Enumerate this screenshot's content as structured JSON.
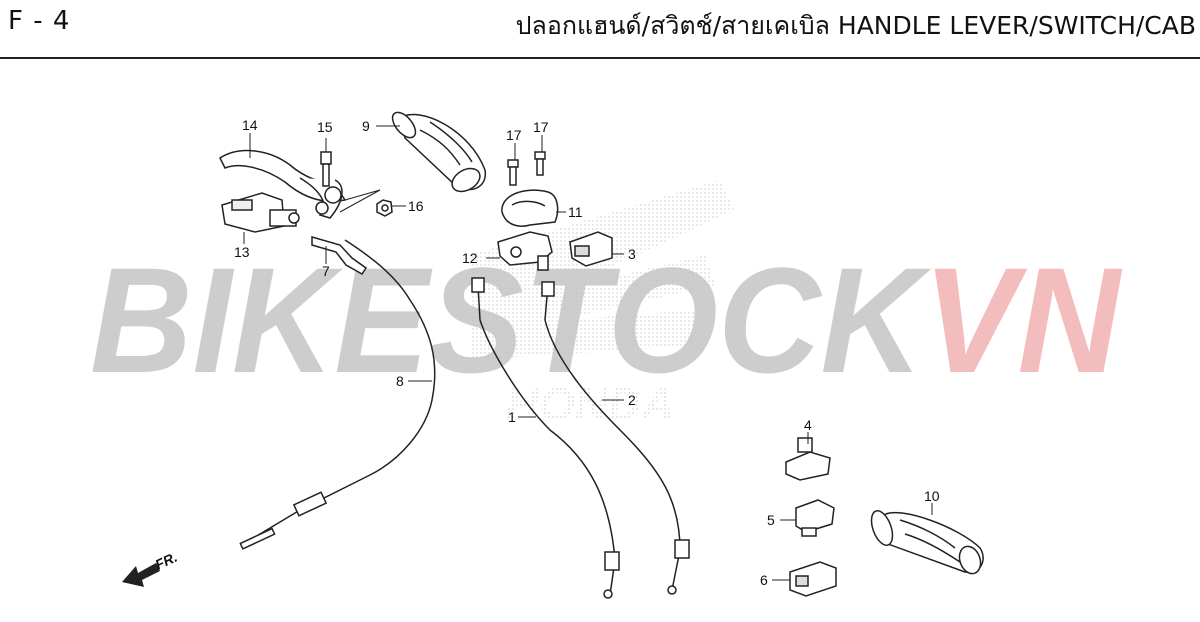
{
  "header": {
    "page_code": "F - 4",
    "title": "ปลอกแฮนด์/สวิตช์/สายเคเบิล  HANDLE LEVER/SWITCH/CAB"
  },
  "watermark": {
    "text_grey": "BIKESTOCK",
    "text_red": "VN",
    "brand": "HONDA",
    "color_grey": "#c4c4c4",
    "color_red": "#f2b6b6"
  },
  "direction_indicator": {
    "label": "FR."
  },
  "callouts": [
    {
      "id": "14",
      "label": "14"
    },
    {
      "id": "15",
      "label": "15"
    },
    {
      "id": "9",
      "label": "9"
    },
    {
      "id": "17a",
      "label": "17"
    },
    {
      "id": "17b",
      "label": "17"
    },
    {
      "id": "16",
      "label": "16"
    },
    {
      "id": "11",
      "label": "11"
    },
    {
      "id": "13",
      "label": "13"
    },
    {
      "id": "3",
      "label": "3"
    },
    {
      "id": "12",
      "label": "12"
    },
    {
      "id": "7",
      "label": "7"
    },
    {
      "id": "8",
      "label": "8"
    },
    {
      "id": "2",
      "label": "2"
    },
    {
      "id": "1",
      "label": "1"
    },
    {
      "id": "4",
      "label": "4"
    },
    {
      "id": "10",
      "label": "10"
    },
    {
      "id": "5",
      "label": "5"
    },
    {
      "id": "6",
      "label": "6"
    }
  ]
}
